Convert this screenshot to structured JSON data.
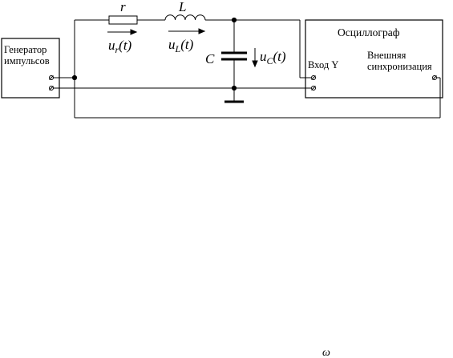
{
  "generator": {
    "line1": "Генератор",
    "line2": "импульсов"
  },
  "oscilloscope": {
    "title": "Осциллограф",
    "input_y": "Вход Y",
    "ext_sync_line1": "Внешняя",
    "ext_sync_line2": "синхронизация"
  },
  "components": {
    "resistor": "r",
    "inductor": "L",
    "capacitor": "C"
  },
  "voltages": {
    "ur_main": "u",
    "ur_sub": "r",
    "ur_arg": "(t)",
    "ul_main": "u",
    "ul_sub": "L",
    "ul_arg": "(t)",
    "uc_main": "u",
    "uc_sub": "C",
    "uc_arg": "(t)"
  },
  "stray_symbol": "ω"
}
